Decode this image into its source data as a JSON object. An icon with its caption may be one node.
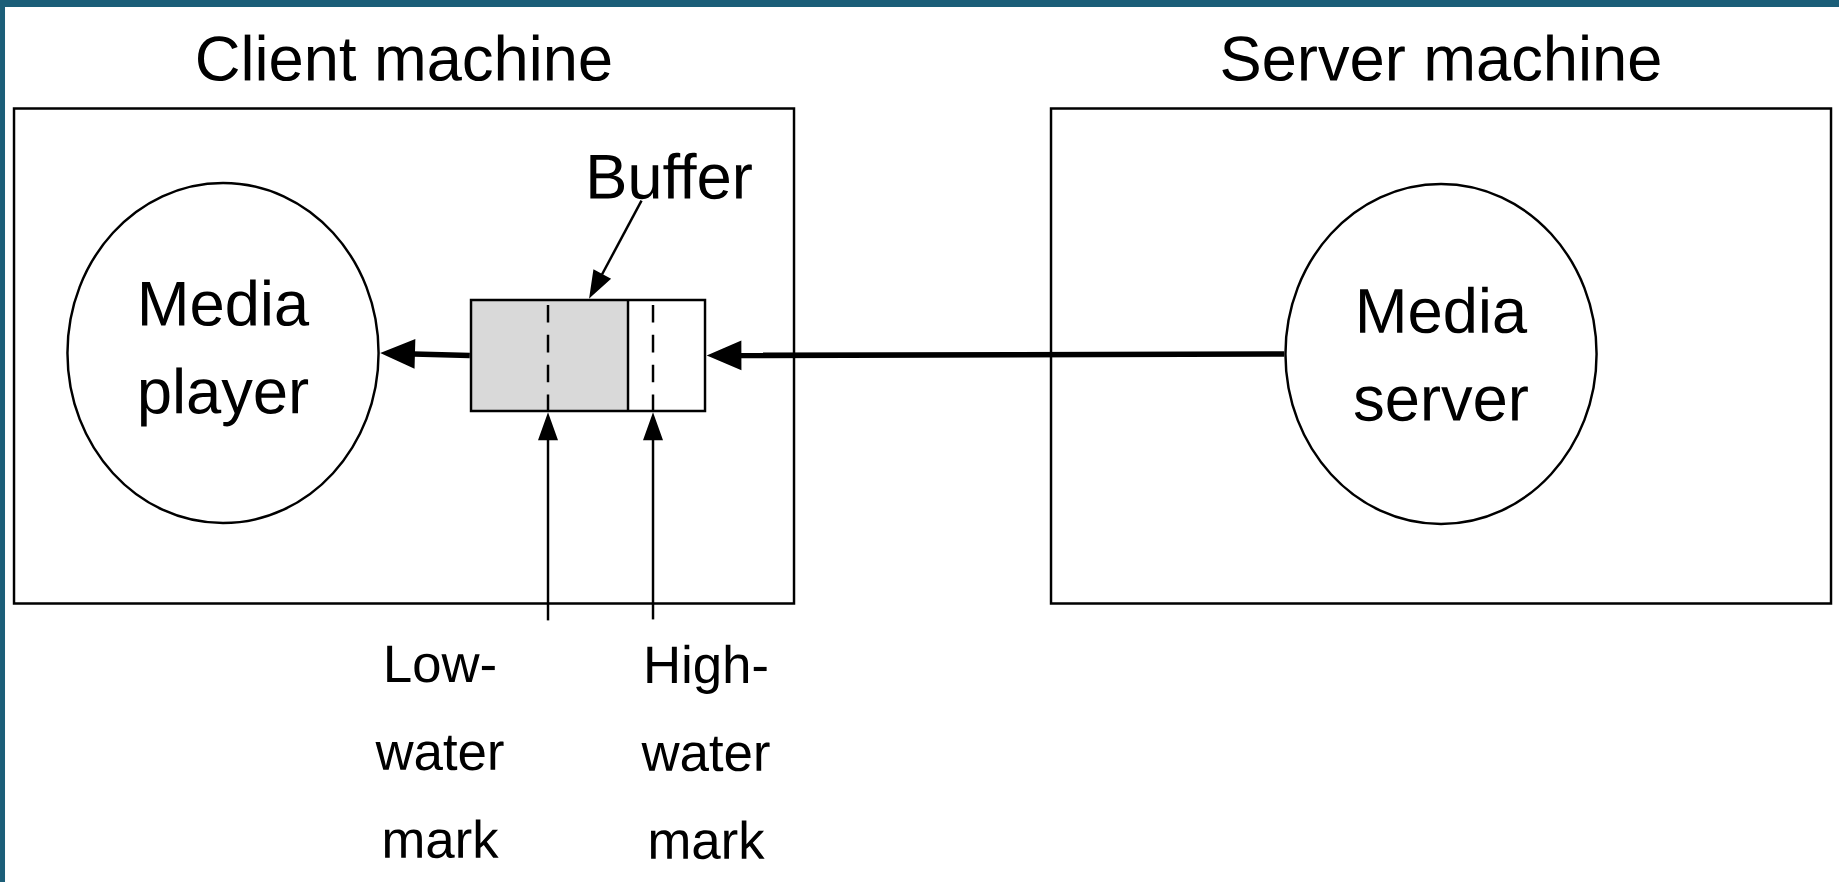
{
  "diagram": {
    "nodes": [
      {
        "text": [
          "Client machine"
        ]
      },
      {
        "text": [
          "Media player"
        ],
        "in": 0
      },
      {
        "text": [],
        "shape": "box",
        "in": 0
      },
      {
        "text": [
          "Buffer"
        ],
        "in": 0
      },
      {
        "text": [
          "Server machine"
        ]
      },
      {
        "text": [
          "Media server"
        ],
        "in": 4
      },
      {
        "text": [
          "Low- water mark"
        ]
      },
      {
        "text": [
          "High- water mark"
        ]
      }
    ],
    "edges": [
      {
        "from": 5,
        "to": 2,
        "arrow": "to",
        "style": "thick"
      },
      {
        "from": 2,
        "to": 1,
        "arrow": "to",
        "style": "thick"
      },
      {
        "from": 3,
        "to": 2,
        "arrow": "to"
      },
      {
        "from": 6,
        "to": 2,
        "arrow": "to"
      },
      {
        "from": 7,
        "to": 2,
        "arrow": "to"
      }
    ]
  }
}
